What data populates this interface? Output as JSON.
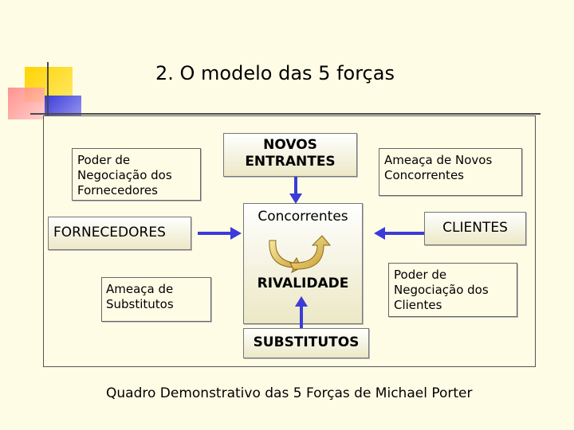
{
  "title": "2. O modelo das 5 forças",
  "boxes": {
    "poder_fornecedores": "Poder de Negociação dos Fornecedores",
    "novos_entrantes": "NOVOS ENTRANTES",
    "ameaca_novos": "Ameaça de Novos Concorrentes",
    "fornecedores": "FORNECEDORES",
    "concorrentes": "Concorrentes",
    "rivalidade": "RIVALIDADE",
    "clientes": "CLIENTES",
    "ameaca_substitutos": "Ameaça de Substitutos",
    "poder_clientes": "Poder de Negociação dos Clientes",
    "substitutos": "SUBSTITUTOS"
  },
  "caption": "Quadro Demonstrativo das 5 Forças de Michael Porter",
  "colors": {
    "background": "#fffce6",
    "arrow": "#3b3bd8",
    "cycle_arrow_dark": "#a67c1a",
    "cycle_arrow_light": "#f5e08a"
  }
}
